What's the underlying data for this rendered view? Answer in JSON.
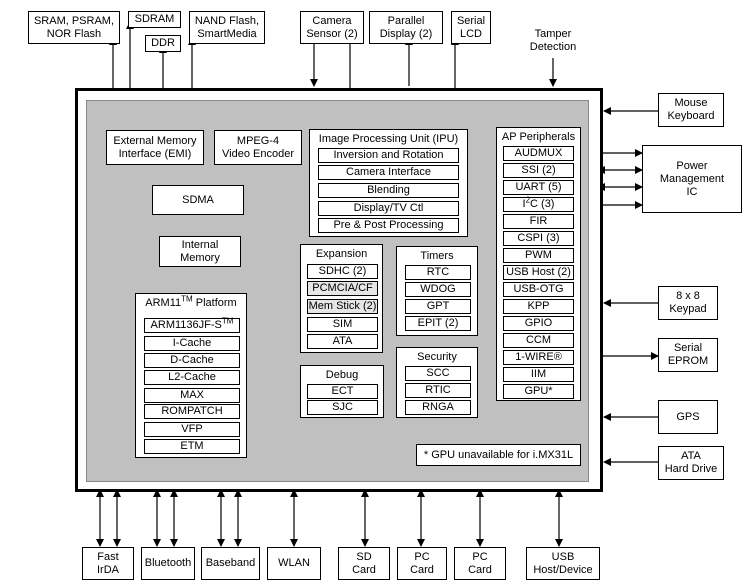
{
  "external_top": {
    "sram": "SRAM, PSRAM,\nNOR Flash",
    "sdram": "SDRAM",
    "ddr": "DDR",
    "nand": "NAND Flash,\nSmartMedia",
    "camera": "Camera\nSensor (2)",
    "parallel": "Parallel\nDisplay (2)",
    "serial_lcd": "Serial\nLCD",
    "tamper": "Tamper\nDetection"
  },
  "external_right": {
    "mouse": "Mouse\nKeyboard",
    "power": "Power\nManagement\nIC",
    "keypad": "8 x 8\nKeypad",
    "eprom": "Serial\nEPROM",
    "gps": "GPS",
    "ata": "ATA\nHard Drive"
  },
  "external_bottom": {
    "irda": "Fast\nIrDA",
    "bluetooth": "Bluetooth",
    "baseband": "Baseband",
    "wlan": "WLAN",
    "sd": "SD\nCard",
    "pc1": "PC\nCard",
    "pc2": "PC\nCard",
    "usb": "USB\nHost/Device"
  },
  "chip": {
    "emi": "External Memory\nInterface (EMI)",
    "mpeg": "MPEG-4\nVideo Encoder",
    "sdma": "SDMA",
    "internal_memory": "Internal\nMemory",
    "ipu": {
      "title": "Image Processing Unit (IPU)",
      "items": [
        "Inversion and Rotation",
        "Camera Interface",
        "Blending",
        "Display/TV Ctl",
        "Pre & Post Processing"
      ]
    },
    "arm": {
      "title": "ARM11",
      "title_sup": "TM",
      "title_suffix": " Platform",
      "core": "ARM1136JF-S",
      "core_sup": "TM",
      "items": [
        "I-Cache",
        "D-Cache",
        "L2-Cache",
        "MAX",
        "ROMPATCH",
        "VFP",
        "ETM"
      ]
    },
    "expansion": {
      "title": "Expansion",
      "items": [
        "SDHC (2)",
        "PCMCIA/CF",
        "Mem Stick (2)",
        "SIM",
        "ATA"
      ]
    },
    "timers": {
      "title": "Timers",
      "items": [
        "RTC",
        "WDOG",
        "GPT",
        "EPIT (2)"
      ]
    },
    "debug": {
      "title": "Debug",
      "items": [
        "ECT",
        "SJC"
      ]
    },
    "security": {
      "title": "Security",
      "items": [
        "SCC",
        "RTIC",
        "RNGA"
      ]
    },
    "ap": {
      "title": "AP Peripherals",
      "items": [
        "AUDMUX",
        "SSI (2)",
        "UART (5)",
        "I",
        "FIR",
        "CSPI (3)",
        "PWM",
        "USB Host (2)",
        "USB-OTG",
        "KPP",
        "GPIO",
        "CCM",
        "1-WIRE®",
        "IIM",
        "GPU*"
      ],
      "i2c_sup": "2",
      "i2c_suffix": "C (3)"
    },
    "note": "* GPU unavailable for i.MX31L"
  }
}
